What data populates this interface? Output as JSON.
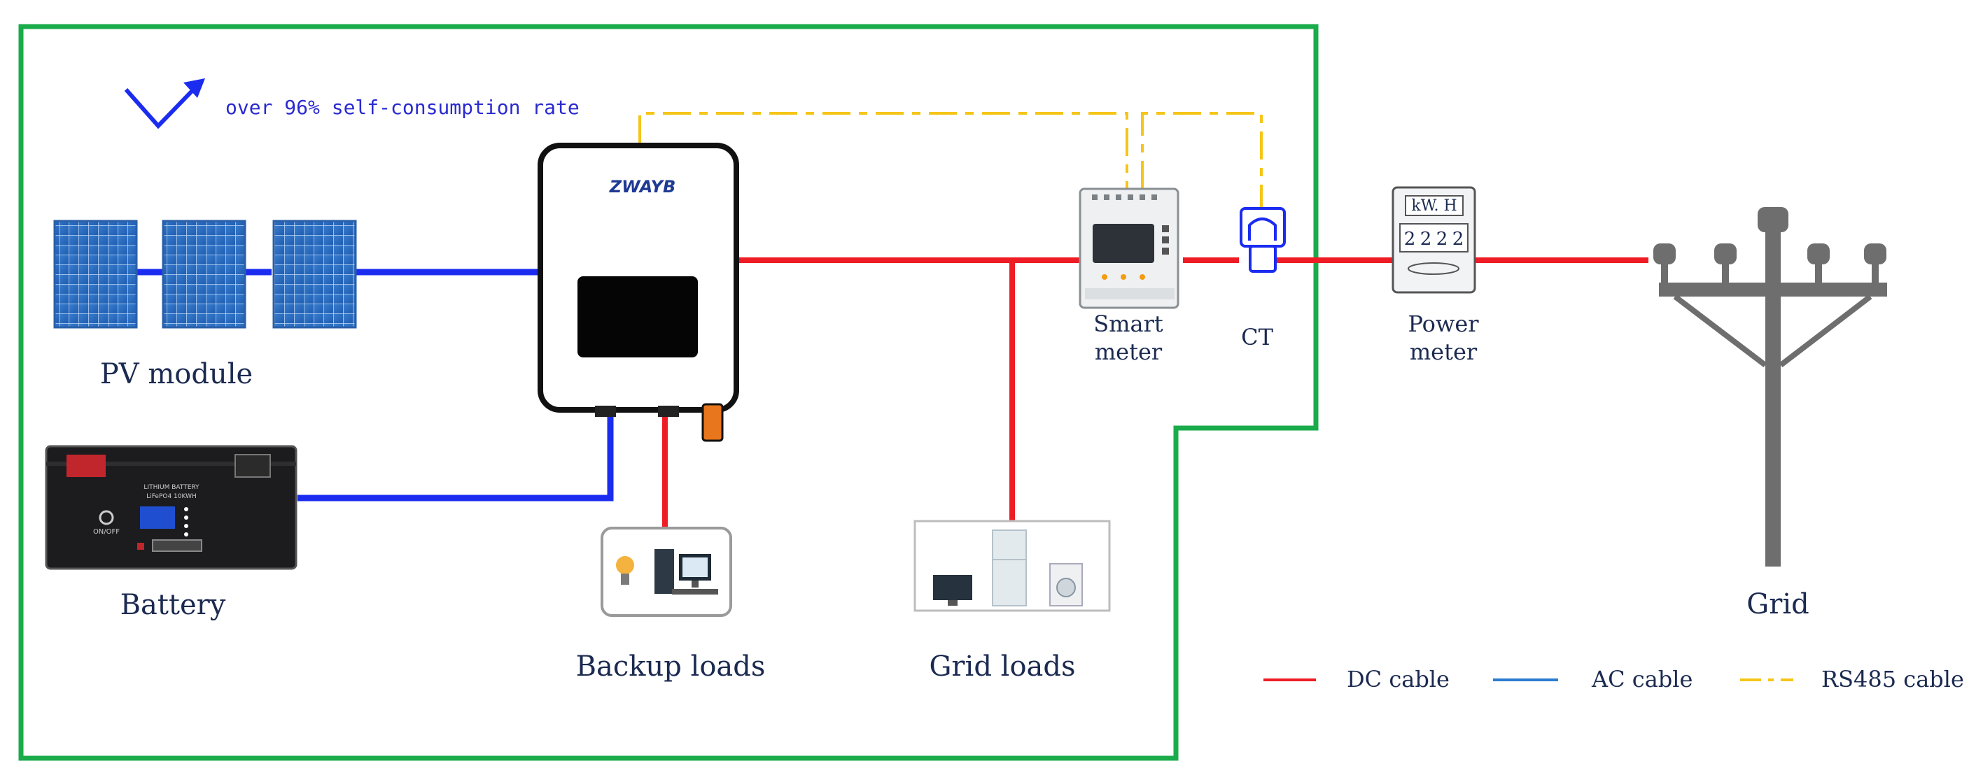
{
  "tagline": "over 96% self-consumption rate",
  "brand": {
    "logo_text": "ZWAYB",
    "colors": {
      "primary": "#1f3a93",
      "accent": "#f39c12"
    }
  },
  "components": {
    "pv_module": "PV module",
    "battery": "Battery",
    "backup_loads": "Backup loads",
    "grid_loads": "Grid loads",
    "smart_meter": [
      "Smart",
      "meter"
    ],
    "ct": "CT",
    "power_meter": [
      "Power",
      "meter"
    ],
    "grid": "Grid"
  },
  "power_meter_display": {
    "unit": "kW. H",
    "digits": [
      "2",
      "2",
      "2",
      "2"
    ]
  },
  "battery_panel": {
    "line1": "LITHIUM BATTERY",
    "line2": "LiFePO4   10KWH",
    "switch": "ON/OFF"
  },
  "legend": {
    "dc": "DC cable",
    "ac": "AC cable",
    "rs485": "RS485 cable"
  },
  "colors": {
    "boundary": "#1aab4b",
    "dc": "#ee1c24",
    "ac": "#1b2cf0",
    "ac_legend": "#2b7bd0",
    "rs485": "#f5c518",
    "text": "#1b2a50",
    "tagline": "#2a2ad0"
  }
}
